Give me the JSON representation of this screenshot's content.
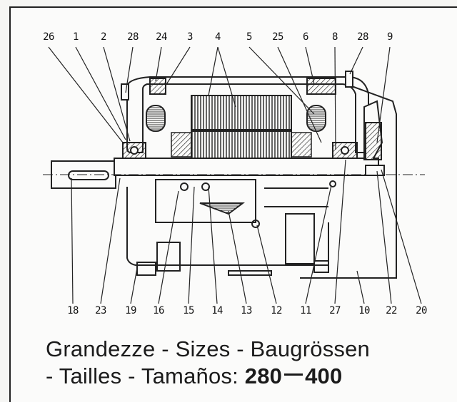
{
  "top_labels": [
    "26",
    "1",
    "2",
    "28",
    "24",
    "3",
    "4",
    "5",
    "25",
    "6",
    "8",
    "28",
    "9"
  ],
  "bottom_labels": [
    "18",
    "23",
    "19",
    "16",
    "15",
    "14",
    "13",
    "12",
    "11",
    "27",
    "10",
    "22",
    "20"
  ],
  "caption": {
    "line1": "Grandezze - Sizes - Baugrössen",
    "line2_prefix": "- Tailles - Tamaños:",
    "range_start": "280",
    "range_end": "400"
  }
}
